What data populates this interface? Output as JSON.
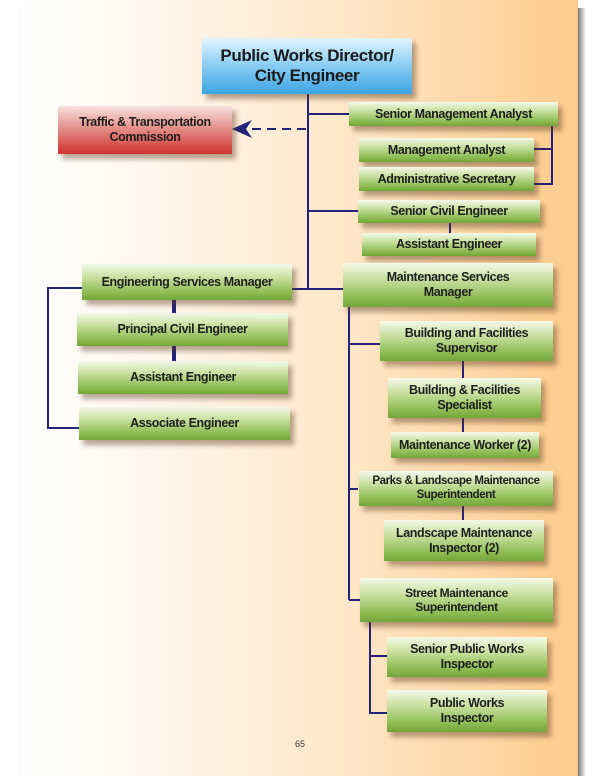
{
  "page": {
    "page_number": "65"
  },
  "chart_data": {
    "type": "org-chart",
    "title": "Public Works Director/ City Engineer",
    "nodes": [
      {
        "id": "director",
        "label": "Public Works Director/ City Engineer",
        "color": "blue",
        "parent": null
      },
      {
        "id": "traffic",
        "label": "Traffic & Transportation Commission",
        "color": "red",
        "parent": "director",
        "relation": "advisory-dashed"
      },
      {
        "id": "sr_mgmt_analyst",
        "label": "Senior Management Analyst",
        "color": "green",
        "parent": "director"
      },
      {
        "id": "mgmt_analyst",
        "label": "Management Analyst",
        "color": "green",
        "parent": "sr_mgmt_analyst"
      },
      {
        "id": "admin_secretary",
        "label": "Administrative Secretary",
        "color": "green",
        "parent": "sr_mgmt_analyst"
      },
      {
        "id": "sr_civil_eng",
        "label": "Senior Civil Engineer",
        "color": "green",
        "parent": "director"
      },
      {
        "id": "asst_eng_1",
        "label": "Assistant Engineer",
        "color": "green",
        "parent": "sr_civil_eng"
      },
      {
        "id": "eng_services_mgr",
        "label": "Engineering Services Manager",
        "color": "green",
        "parent": "director"
      },
      {
        "id": "principal_civil_eng",
        "label": "Principal Civil Engineer",
        "color": "green",
        "parent": "eng_services_mgr"
      },
      {
        "id": "asst_eng_2",
        "label": "Assistant Engineer",
        "color": "green",
        "parent": "principal_civil_eng"
      },
      {
        "id": "associate_eng",
        "label": "Associate Engineer",
        "color": "green",
        "parent": "eng_services_mgr"
      },
      {
        "id": "maint_services_mgr",
        "label": "Maintenance Services Manager",
        "color": "green",
        "parent": "director"
      },
      {
        "id": "bldg_fac_supervisor",
        "label": "Building and Facilities Supervisor",
        "color": "green",
        "parent": "maint_services_mgr"
      },
      {
        "id": "bldg_fac_specialist",
        "label": "Building & Facilities Specialist",
        "color": "green",
        "parent": "bldg_fac_supervisor"
      },
      {
        "id": "maint_worker",
        "label": "Maintenance Worker (2)",
        "color": "green",
        "parent": "bldg_fac_specialist"
      },
      {
        "id": "parks_supt",
        "label": "Parks & Landscape Maintenance Superintendent",
        "color": "green",
        "parent": "maint_services_mgr"
      },
      {
        "id": "landscape_inspector",
        "label": "Landscape Maintenance Inspector (2)",
        "color": "green",
        "parent": "parks_supt"
      },
      {
        "id": "street_supt",
        "label": "Street Maintenance Superintendent",
        "color": "green",
        "parent": "maint_services_mgr"
      },
      {
        "id": "sr_pw_inspector",
        "label": "Senior Public Works Inspector",
        "color": "green",
        "parent": "street_supt"
      },
      {
        "id": "pw_inspector",
        "label": "Public Works Inspector",
        "color": "green",
        "parent": "street_supt"
      }
    ]
  },
  "boxes": {
    "director": {
      "line1": "Public Works Director/",
      "line2": "City Engineer"
    },
    "traffic": {
      "line1": "Traffic & Transportation",
      "line2": "Commission"
    },
    "sr_mgmt_analyst": {
      "line1": "Senior Management Analyst"
    },
    "mgmt_analyst": {
      "line1": "Management Analyst"
    },
    "admin_secretary": {
      "line1": "Administrative Secretary"
    },
    "sr_civil_eng": {
      "line1": "Senior Civil Engineer"
    },
    "asst_eng_1": {
      "line1": "Assistant Engineer"
    },
    "eng_services_mgr": {
      "line1": "Engineering Services Manager"
    },
    "principal_civil_eng": {
      "line1": "Principal Civil Engineer"
    },
    "asst_eng_2": {
      "line1": "Assistant Engineer"
    },
    "associate_eng": {
      "line1": "Associate Engineer"
    },
    "maint_services_mgr": {
      "line1": "Maintenance Services",
      "line2": "Manager"
    },
    "bldg_fac_supervisor": {
      "line1": "Building and Facilities",
      "line2": "Supervisor"
    },
    "bldg_fac_specialist": {
      "line1": "Building & Facilities",
      "line2": "Specialist"
    },
    "maint_worker": {
      "line1": "Maintenance Worker (2)"
    },
    "parks_supt": {
      "line1": "Parks & Landscape Maintenance",
      "line2": "Superintendent"
    },
    "landscape_inspector": {
      "line1": "Landscape Maintenance",
      "line2": "Inspector (2)"
    },
    "street_supt": {
      "line1": "Street Maintenance",
      "line2": "Superintendent"
    },
    "sr_pw_inspector": {
      "line1": "Senior Public Works",
      "line2": "Inspector"
    },
    "pw_inspector": {
      "line1": "Public Works",
      "line2": "Inspector"
    }
  },
  "colors": {
    "connector": "#22227a",
    "box_green": "#8cbb52",
    "box_blue": "#3ca4e4",
    "box_red": "#d0322c",
    "page_gradient_end": "#fdcb8c"
  }
}
